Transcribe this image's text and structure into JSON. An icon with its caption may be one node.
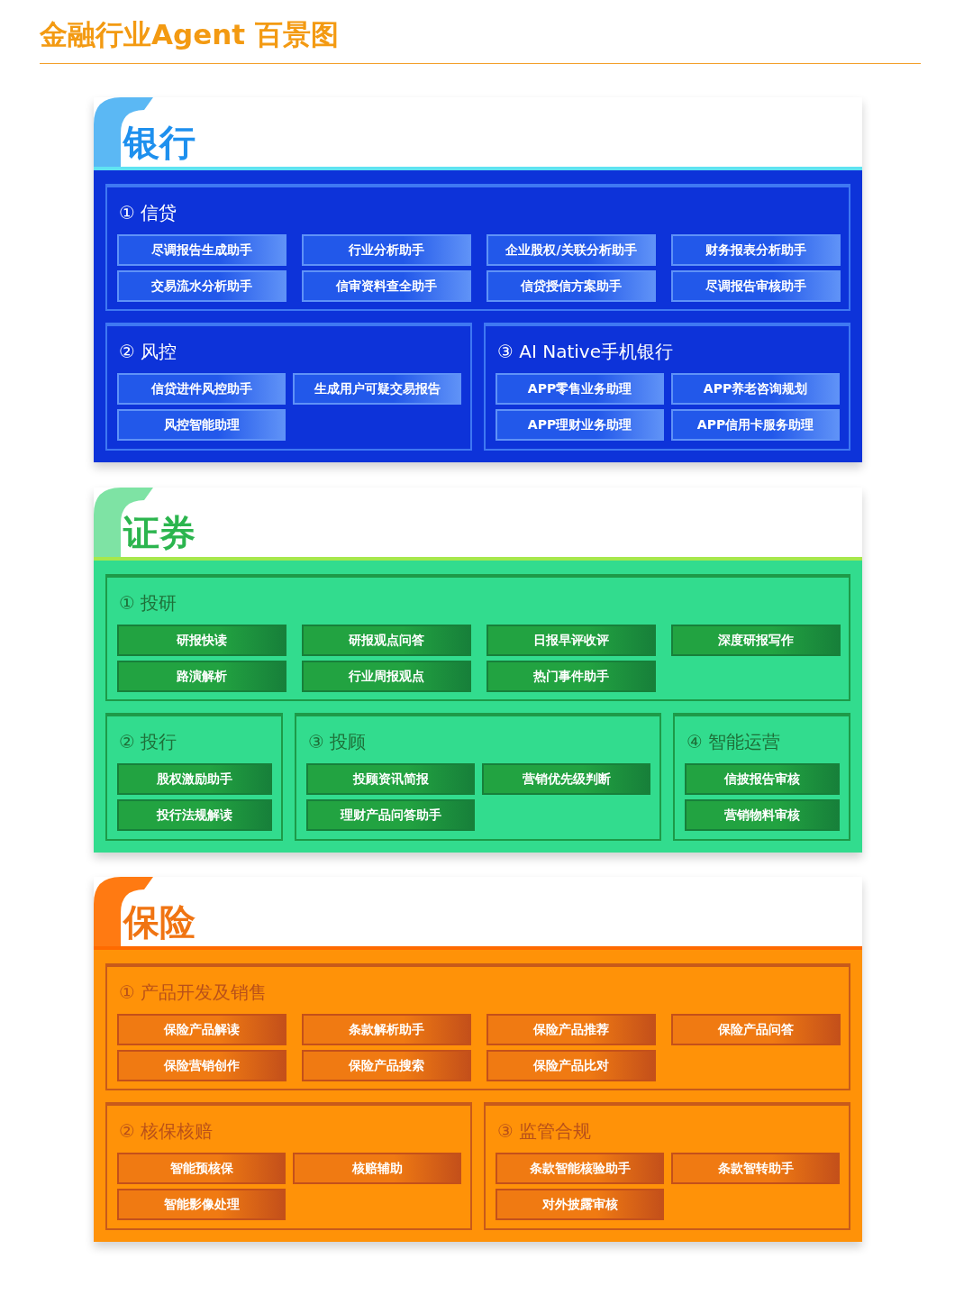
{
  "diagram": {
    "title": "金融行业Agent 百景图",
    "nodes": [
      {
        "text": [
          "银行"
        ]
      },
      {
        "text": [
          "① 信贷"
        ],
        "in": 0
      },
      {
        "text": [
          "尽调报告生成助手"
        ],
        "in": 1
      },
      {
        "text": [
          "行业分析助手"
        ],
        "in": 1
      },
      {
        "text": [
          "企业股权/关联分析助手"
        ],
        "in": 1
      },
      {
        "text": [
          "财务报表分析助手"
        ],
        "in": 1
      },
      {
        "text": [
          "交易流水分析助手"
        ],
        "in": 1
      },
      {
        "text": [
          "信审资料查全助手"
        ],
        "in": 1
      },
      {
        "text": [
          "信贷授信方案助手"
        ],
        "in": 1
      },
      {
        "text": [
          "尽调报告审核助手"
        ],
        "in": 1
      },
      {
        "text": [
          "② 风控"
        ],
        "in": 0
      },
      {
        "text": [
          "信贷进件风控助手"
        ],
        "in": 10
      },
      {
        "text": [
          "生成用户可疑交易报告"
        ],
        "in": 10
      },
      {
        "text": [
          "风控智能助理"
        ],
        "in": 10
      },
      {
        "text": [
          "③ AI Native手机银行"
        ],
        "in": 0
      },
      {
        "text": [
          "APP零售业务助理"
        ],
        "in": 14
      },
      {
        "text": [
          "APP养老咨询规划"
        ],
        "in": 14
      },
      {
        "text": [
          "APP理财业务助理"
        ],
        "in": 14
      },
      {
        "text": [
          "APP信用卡服务助理"
        ],
        "in": 14
      },
      {
        "text": [
          "证券"
        ]
      },
      {
        "text": [
          "① 投研"
        ],
        "in": 19
      },
      {
        "text": [
          "研报快读"
        ],
        "in": 20
      },
      {
        "text": [
          "研报观点问答"
        ],
        "in": 20
      },
      {
        "text": [
          "日报早评收评"
        ],
        "in": 20
      },
      {
        "text": [
          "深度研报写作"
        ],
        "in": 20
      },
      {
        "text": [
          "路演解析"
        ],
        "in": 20
      },
      {
        "text": [
          "行业周报观点"
        ],
        "in": 20
      },
      {
        "text": [
          "热门事件助手"
        ],
        "in": 20
      },
      {
        "text": [
          "② 投行"
        ],
        "in": 19
      },
      {
        "text": [
          "股权激励助手"
        ],
        "in": 28
      },
      {
        "text": [
          "投行法规解读"
        ],
        "in": 28
      },
      {
        "text": [
          "③ 投顾"
        ],
        "in": 19
      },
      {
        "text": [
          "投顾资讯简报"
        ],
        "in": 31
      },
      {
        "text": [
          "营销优先级判断"
        ],
        "in": 31
      },
      {
        "text": [
          "理财产品问答助手"
        ],
        "in": 31
      },
      {
        "text": [
          "④ 智能运营"
        ],
        "in": 19
      },
      {
        "text": [
          "信披报告审核"
        ],
        "in": 35
      },
      {
        "text": [
          "营销物料审核"
        ],
        "in": 35
      },
      {
        "text": [
          "保险"
        ]
      },
      {
        "text": [
          "① 产品开发及销售"
        ],
        "in": 38
      },
      {
        "text": [
          "保险产品解读"
        ],
        "in": 39
      },
      {
        "text": [
          "条款解析助手"
        ],
        "in": 39
      },
      {
        "text": [
          "保险产品推荐"
        ],
        "in": 39
      },
      {
        "text": [
          "保险产品问答"
        ],
        "in": 39
      },
      {
        "text": [
          "保险营销创作"
        ],
        "in": 39
      },
      {
        "text": [
          "保险产品搜索"
        ],
        "in": 39
      },
      {
        "text": [
          "保险产品比对"
        ],
        "in": 39
      },
      {
        "text": [
          "② 核保核赔"
        ],
        "in": 38
      },
      {
        "text": [
          "智能预核保"
        ],
        "in": 47
      },
      {
        "text": [
          "核赔辅助"
        ],
        "in": 47
      },
      {
        "text": [
          "智能影像处理"
        ],
        "in": 47
      },
      {
        "text": [
          "③ 监管合规"
        ],
        "in": 38
      },
      {
        "text": [
          "条款智能核验助手"
        ],
        "in": 51
      },
      {
        "text": [
          "条款智转助手"
        ],
        "in": 51
      },
      {
        "text": [
          "对外披露审核"
        ],
        "in": 51
      }
    ]
  }
}
